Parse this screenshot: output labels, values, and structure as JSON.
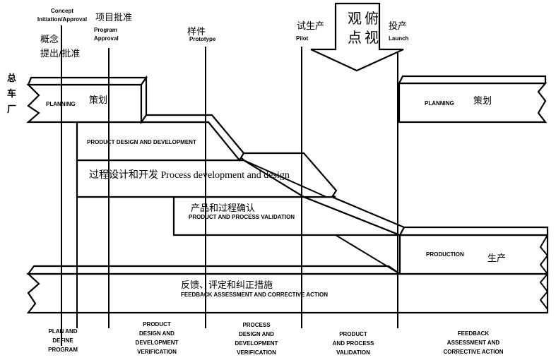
{
  "milestones": {
    "concept_en_1": "Concept",
    "concept_en_2": "Initiation/Approval",
    "concept_cn_1": "概念",
    "concept_cn_2": "提出/批准",
    "program_cn": "项目批准",
    "program_en_1": "Program",
    "program_en_2": "Approval",
    "prototype_cn": "样件",
    "prototype_en": "Prototype",
    "pilot_cn": "试生产",
    "pilot_en": "Pilot",
    "launch_cn": "投产",
    "launch_en": "Launch"
  },
  "side_label": [
    "总",
    "车",
    "厂"
  ],
  "overview_arrow": [
    "观",
    "俯",
    "点",
    "视"
  ],
  "bars": {
    "planning_en": "PLANNING",
    "planning_cn": "策划",
    "product_design": "PRODUCT DESIGN AND DEVELOPMENT",
    "process_design": "过程设计和开发 Process development and design",
    "validation_cn": "产品和过程确认",
    "validation_en": "PRODUCT AND PROCESS VALIDATION",
    "production_en": "PRODUCTION",
    "production_cn": "生产",
    "feedback_cn": "反馈、评定和纠正措施",
    "feedback_en": "FEEDBACK ASSESSMENT AND CORRECTIVE ACTION"
  },
  "phases": [
    [
      "PLAN AND",
      "DEFINE",
      "PROGRAM"
    ],
    [
      "PRODUCT",
      "DESIGN AND",
      "DEVELOPMENT",
      "VERIFICATION"
    ],
    [
      "PROCESS",
      "DESIGN AND",
      "DEVELOPMENT",
      "VERIFICATION"
    ],
    [
      "PRODUCT",
      "AND PROCESS",
      "VALIDATION"
    ],
    [
      "FEEDBACK",
      "ASSESSMENT AND",
      "CORRECTIVE ACTION"
    ]
  ]
}
